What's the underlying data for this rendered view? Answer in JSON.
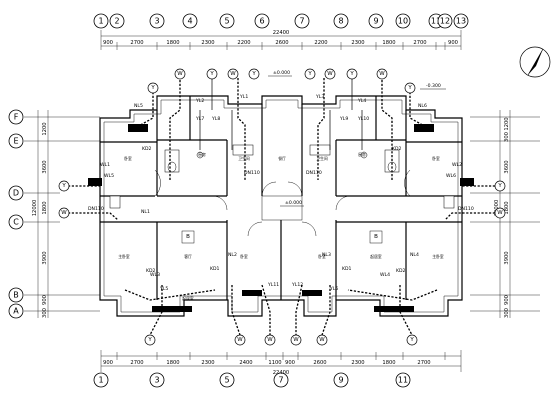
{
  "axes_top": [
    "1",
    "2",
    "3",
    "4",
    "5",
    "6",
    "7",
    "8",
    "9",
    "10",
    "11",
    "12",
    "13"
  ],
  "axes_bottom": [
    "1",
    "3",
    "5",
    "7",
    "9",
    "11"
  ],
  "axes_left": [
    "F",
    "E",
    "D",
    "C",
    "B",
    "A"
  ],
  "dims_top": [
    "900",
    "2700",
    "1800",
    "2300",
    "2200",
    "2600",
    "2200",
    "2300",
    "1800",
    "2700",
    "900"
  ],
  "dim_top_total": "22400",
  "dims_bottom": [
    "900",
    "2700",
    "1800",
    "2300",
    "2400",
    "1100",
    "900",
    "2600",
    "2300",
    "1800",
    "2700"
  ],
  "dim_bottom_total": "22400",
  "dims_left": [
    "1200",
    "3600",
    "1800",
    "3900",
    "900",
    "300"
  ],
  "dim_left_total": "12000",
  "dims_right": [
    "1200",
    "300",
    "3600",
    "1800",
    "3900",
    "900",
    "300"
  ],
  "dim_right_total": "12000",
  "elevations": [
    "±0.000",
    "-0.300",
    "±0.000"
  ],
  "pipe_marks": [
    "W",
    "Y",
    "Y",
    "W",
    "W",
    "Y",
    "Y",
    "W",
    "W",
    "Y",
    "Y",
    "W"
  ],
  "unit_labels": [
    "B",
    "B"
  ],
  "pipe_labels": [
    "NL5",
    "YL2",
    "YL1",
    "YL3",
    "YL4",
    "NL6",
    "NL1",
    "NL2",
    "NL3",
    "NL4",
    "YL11",
    "YL12",
    "KD1",
    "KD2",
    "KD1",
    "KD2",
    "KD2",
    "KD2",
    "DN110",
    "DN110",
    "DN110",
    "DN110",
    "WL3",
    "WL4",
    "WL1",
    "WL2",
    "YL5",
    "YL6",
    "WL5",
    "WL6",
    "YL8",
    "YL7",
    "YL10",
    "YL9"
  ],
  "room_labels": [
    "卧室",
    "厨房",
    "卫生间",
    "客厅",
    "卧室",
    "主卧室",
    "起居室",
    "餐厅",
    "卧室",
    "主卧室",
    "起居室",
    "卫生间",
    "厨房",
    "卧室"
  ],
  "north_arrow": "north-arrow"
}
